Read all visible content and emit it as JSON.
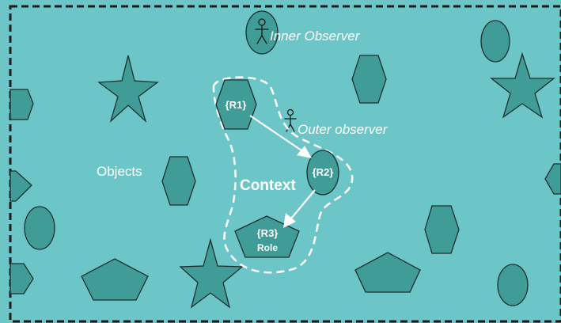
{
  "colors": {
    "background": "#6cc6c7",
    "shape_fill": "#3f9c96",
    "shape_stroke": "#1c2f2f",
    "text": "#ffffff",
    "frame": "#1a1a1a"
  },
  "labels": {
    "inner_observer": "Inner Observer",
    "outer_observer": "Outer observer",
    "objects": "Objects",
    "context": "Context",
    "r1": "{R1}",
    "r2": "{R2}",
    "r3": "{R3}",
    "role": "Role"
  },
  "icons": {
    "observer": "stick-figure-icon"
  }
}
